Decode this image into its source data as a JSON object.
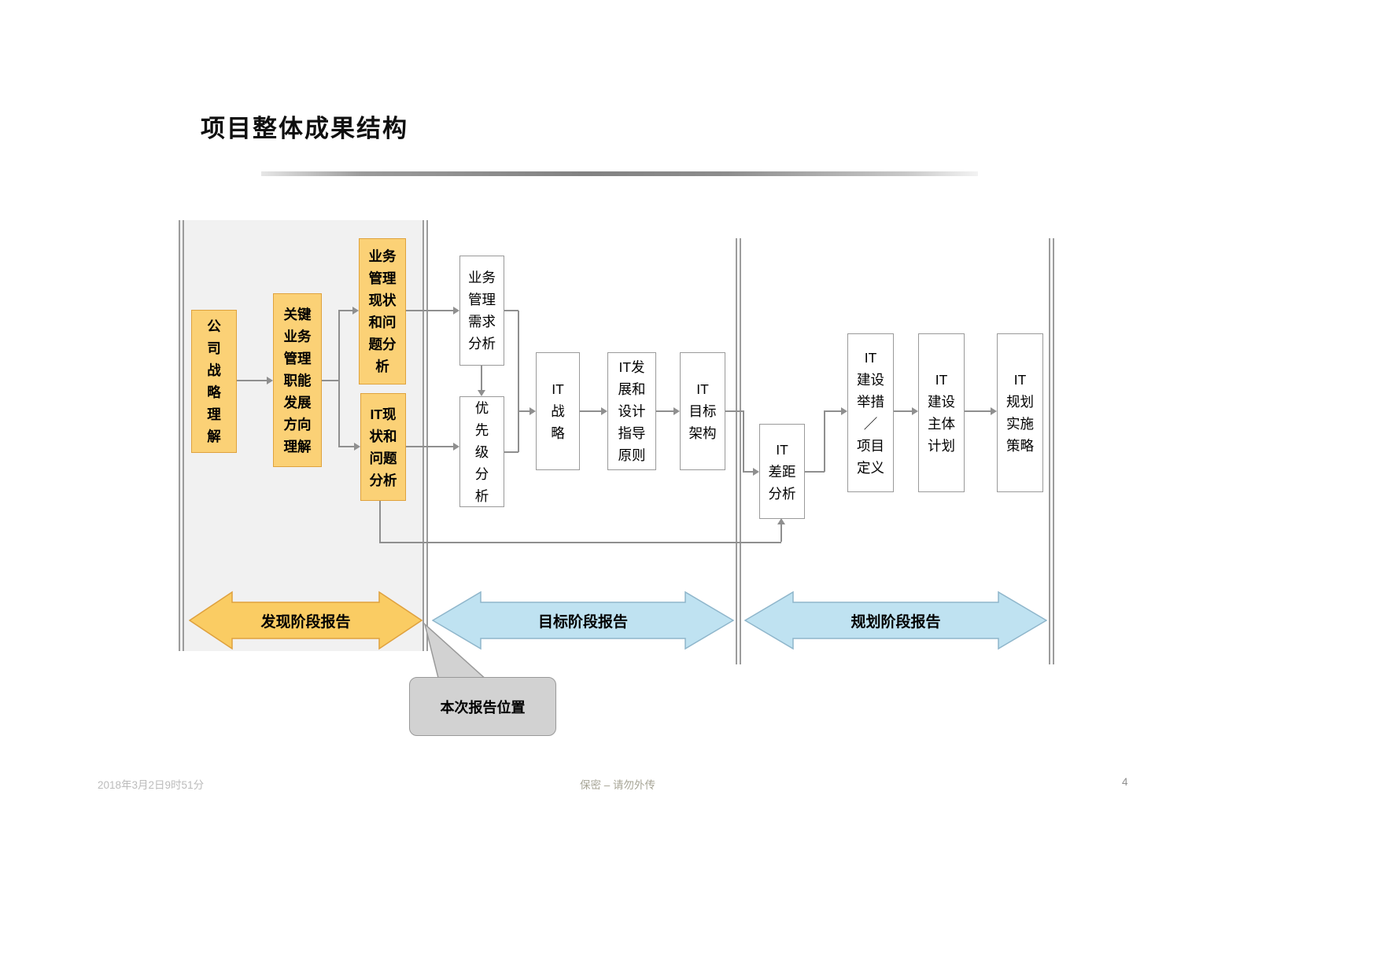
{
  "slide": {
    "title": "项目整体成果结构",
    "footer": {
      "datetime": "2018年3月2日9时51分",
      "confidential": "保密 – 请勿外传",
      "page_number": "4"
    }
  },
  "diagram": {
    "boxes": [
      {
        "name": "company-strategy-understanding",
        "text": "公\n司\n战\n略\n理\n解"
      },
      {
        "name": "key-business-function-direction-understanding",
        "text": "关键\n业务\n管理\n职能\n发展\n方向\n理解"
      },
      {
        "name": "business-mgmt-status-and-problem-analysis",
        "text": "业务\n管理\n现状\n和问\n题分\n析"
      },
      {
        "name": "it-status-and-problem-analysis",
        "text": "IT现\n状和\n问题\n分析"
      },
      {
        "name": "business-mgmt-requirement-analysis",
        "text": "业务\n管理\n需求\n分析"
      },
      {
        "name": "priority-analysis",
        "text": "优\n先\n级\n分\n析"
      },
      {
        "name": "it-strategy",
        "text": "IT\n战\n略"
      },
      {
        "name": "it-development-design-guiding-principles",
        "text": "IT发\n展和\n设计\n指导\n原则"
      },
      {
        "name": "it-target-architecture",
        "text": "IT\n目标\n架构"
      },
      {
        "name": "it-gap-analysis",
        "text": "IT\n差距\n分析"
      },
      {
        "name": "it-initiatives-project-definition",
        "text": "IT\n建设\n举措\n／\n项目\n定义"
      },
      {
        "name": "it-construction-master-plan",
        "text": "IT\n建设\n主体\n计划"
      },
      {
        "name": "it-planning-implementation-strategy",
        "text": "IT\n规划\n实施\n策略"
      }
    ],
    "banners": [
      {
        "label": "发现阶段报告",
        "color": "#facc63"
      },
      {
        "label": "目标阶段报告",
        "color": "#bfe2f1"
      },
      {
        "label": "规划阶段报告",
        "color": "#bfe2f1"
      }
    ],
    "callout": {
      "label": "本次报告位置"
    },
    "colors": {
      "yellow_box_fill": "#fbd176",
      "yellow_box_border": "#dfa23d",
      "white_box_border": "#9a9a9a",
      "orange_banner_fill": "#facc63",
      "blue_banner_fill": "#bfe2f1",
      "callout_fill": "#d2d2d2",
      "connector": "#8f8f8f"
    }
  }
}
